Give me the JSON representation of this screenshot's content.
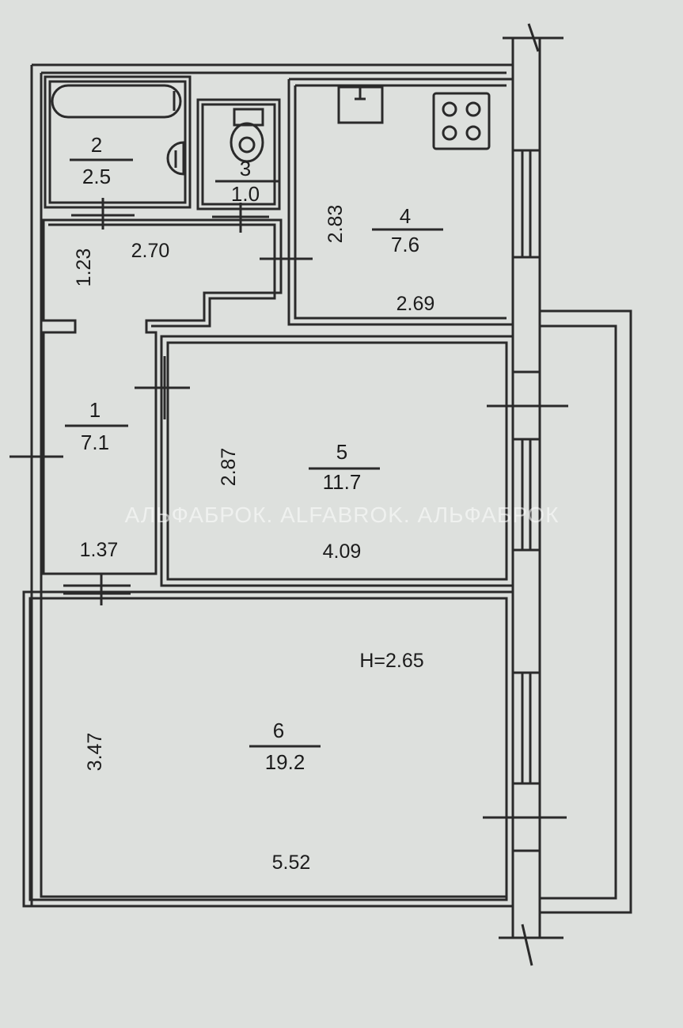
{
  "rooms": [
    {
      "id": "1",
      "number": "1",
      "area": "7.1",
      "width": "1.37",
      "length": "1.23",
      "extra": "2.70"
    },
    {
      "id": "2",
      "number": "2",
      "area": "2.5"
    },
    {
      "id": "3",
      "number": "3",
      "area": "1.0"
    },
    {
      "id": "4",
      "number": "4",
      "area": "7.6",
      "width": "2.69",
      "length": "2.83"
    },
    {
      "id": "5",
      "number": "5",
      "area": "11.7",
      "width": "4.09",
      "length": "2.87"
    },
    {
      "id": "6",
      "number": "6",
      "area": "19.2",
      "width": "5.52",
      "length": "3.47"
    }
  ],
  "ceiling_height": "H=2.65",
  "watermark": "АЛЬФАБРОК. ALFABROK. АЛЬФАБРОК",
  "colors": {
    "background": "#dde0dd",
    "line": "#2a2a2a"
  }
}
